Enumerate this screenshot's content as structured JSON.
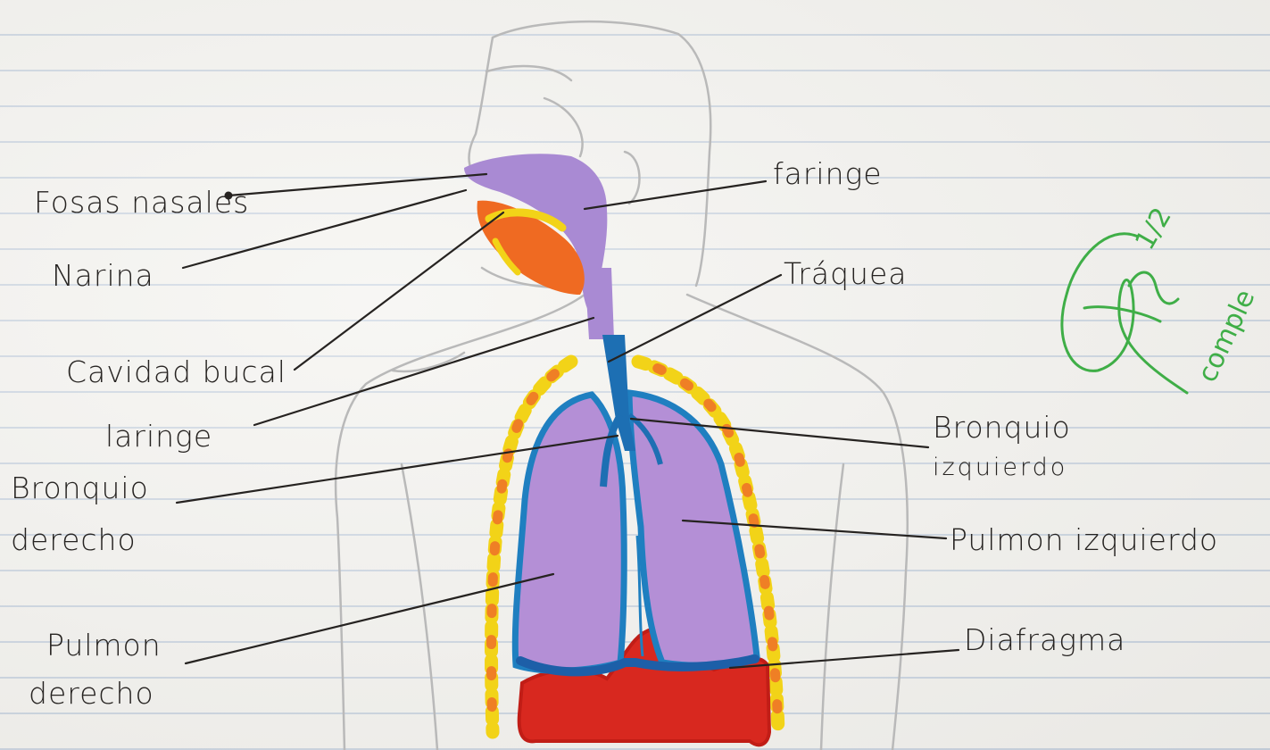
{
  "labels": {
    "fosas_nasales": "Fosas nasales",
    "narina": "Narina",
    "cavidad_bucal": "Cavidad bucal",
    "laringe": "laringe",
    "bronquio_derecho_1": "Bronquio",
    "bronquio_derecho_2": "derecho",
    "pulmon_derecho_1": "Pulmon",
    "pulmon_derecho_2": "derecho",
    "faringe": "faringe",
    "traquea": "Tráquea",
    "bronquio_izquierdo_1": "Bronquio",
    "bronquio_izquierdo_2": "izquierdo",
    "pulmon_izquierdo": "Pulmon izquierdo",
    "diafragma": "Diafragma"
  },
  "grade": {
    "score": "1/2",
    "note": "comple"
  },
  "colors": {
    "ink": "#262321",
    "pencil": "#b9b9b9",
    "lung_fill": "#b48fd6",
    "lung_outline": "#1f7fc0",
    "trachea": "#1d6fb3",
    "upper_airway": "#a98ad3",
    "diaphragm": "#d8281f",
    "mouth_orange": "#ef6a22",
    "ribs_yellow": "#f2d318",
    "ribs_orange": "#ef7f25",
    "grade_green": "#3fae47"
  }
}
